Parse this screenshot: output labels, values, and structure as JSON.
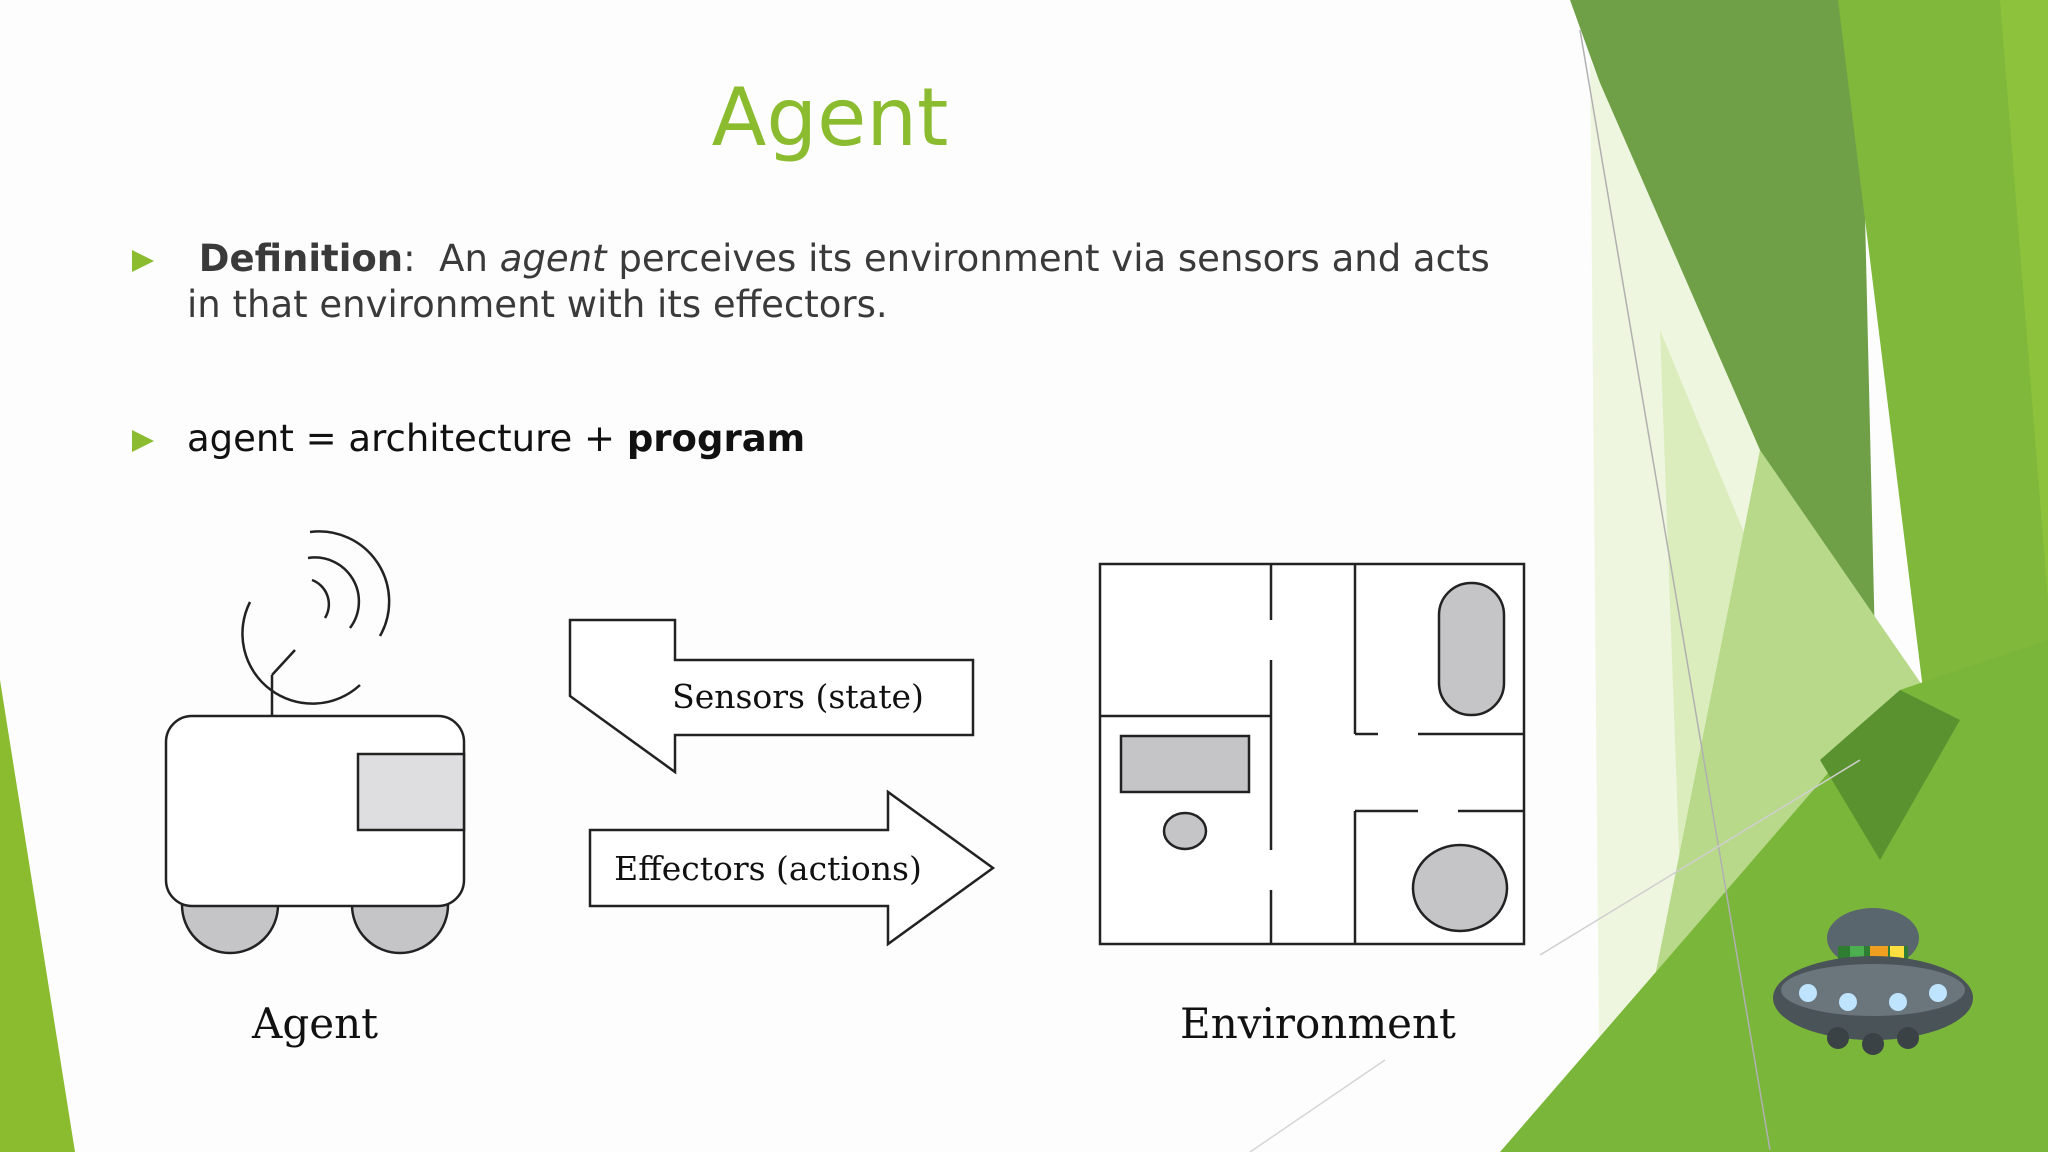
{
  "slide": {
    "title": "Agent",
    "bullets": [
      {
        "label": "Definition",
        "colon": ":",
        "text_before": "An ",
        "emphasis": "agent",
        "text_after": " perceives its environment via sensors and acts in that environment with its effectors."
      },
      {
        "text": "agent = architecture + ",
        "bold": "program"
      }
    ]
  },
  "diagram": {
    "sensors_label": "Sensors (state)",
    "effectors_label": "Effectors (actions)",
    "agent_label": "Agent",
    "environment_label": "Environment"
  },
  "colors": {
    "accent": "#8bbb2e",
    "green_dark": "#5f9a33",
    "green_light": "#c9e29a",
    "shape_fill": "#c5c5c8"
  }
}
